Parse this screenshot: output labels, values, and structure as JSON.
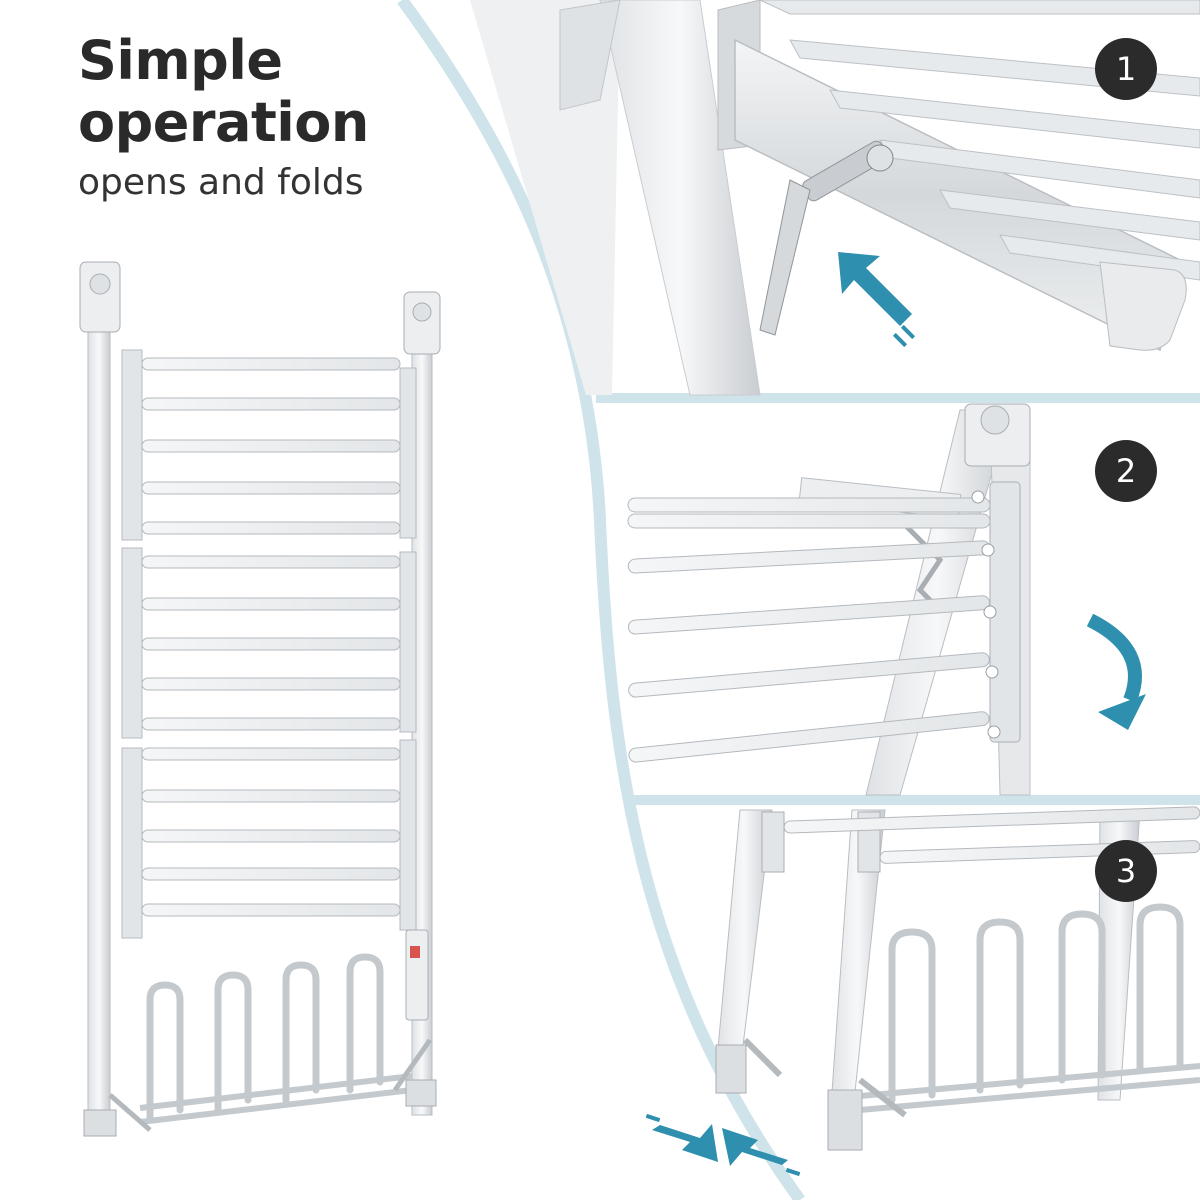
{
  "headline": {
    "title_line1": "Simple",
    "title_line2": "operation",
    "subtitle": "opens and folds"
  },
  "steps": [
    {
      "number": "1",
      "arrow_icon": "push-arrow-icon"
    },
    {
      "number": "2",
      "arrow_icon": "curved-fold-arrow-icon"
    },
    {
      "number": "3",
      "arrow_icon": "converging-arrows-icon"
    }
  ],
  "colors": {
    "divider": "#cfe3ea",
    "accent_arrow": "#2f8fae",
    "badge_bg": "#2b2b2b",
    "frame": "#e6e8ea",
    "frame_shadow": "#bfc3c7",
    "rail": "#d9dcdf"
  }
}
